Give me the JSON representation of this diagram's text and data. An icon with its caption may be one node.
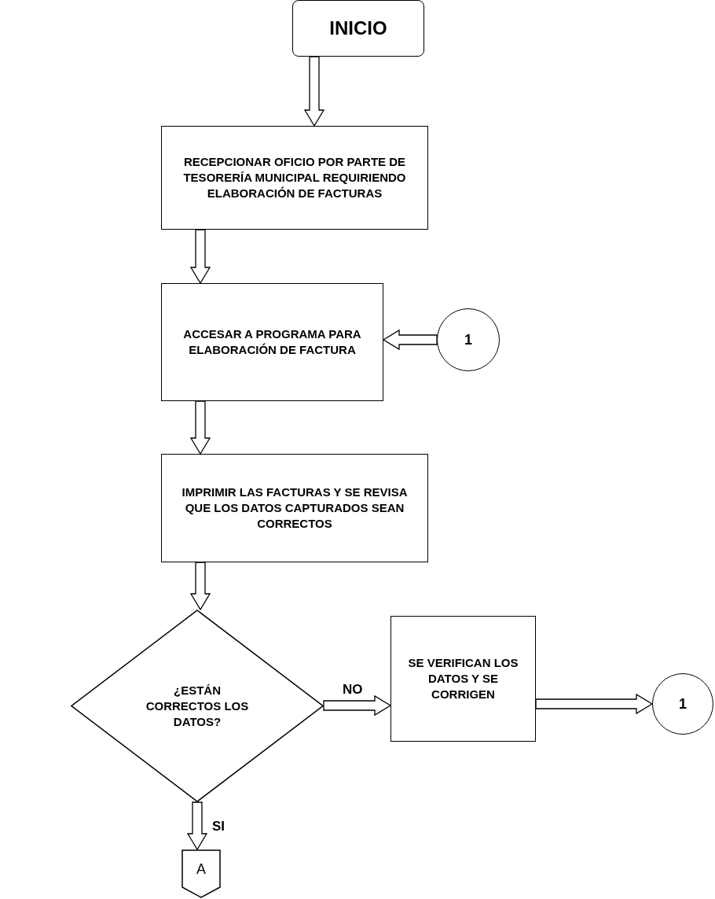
{
  "diagram": {
    "nodes": [
      {
        "text": [
          "INICIO"
        ]
      },
      {
        "text": [
          "RECEPCIONAR OFICIO POR PARTE DE TESORERÍA MUNICIPAL REQUIRIENDO ELABORACIÓN DE FACTURAS"
        ]
      },
      {
        "text": [
          "ACCESAR A PROGRAMA PARA ELABORACIÓN DE FACTURA"
        ]
      },
      {
        "text": [
          "1"
        ]
      },
      {
        "text": [
          "IMPRIMIR LAS FACTURAS Y SE REVISA QUE LOS DATOS CAPTURADOS SEAN CORRECTOS"
        ]
      },
      {
        "text": [
          "¿ESTÁN CORRECTOS LOS DATOS?"
        ]
      },
      {
        "text": [
          "SE VERIFICAN LOS DATOS Y SE CORRIGEN"
        ]
      },
      {
        "text": [
          "1"
        ]
      },
      {
        "text": [
          "A"
        ]
      }
    ],
    "edges": [
      {
        "from": 0,
        "to": 1,
        "arrow": "to"
      },
      {
        "from": 1,
        "to": 2,
        "arrow": "to"
      },
      {
        "from": 3,
        "to": 2,
        "arrow": "to"
      },
      {
        "from": 2,
        "to": 4,
        "arrow": "to"
      },
      {
        "from": 4,
        "to": 5,
        "arrow": "to"
      },
      {
        "from": 5,
        "to": 6,
        "label": "NO",
        "arrow": "to"
      },
      {
        "from": 6,
        "to": 7,
        "arrow": "to"
      },
      {
        "from": 5,
        "to": 8,
        "label": "SI",
        "arrow": "to"
      }
    ]
  }
}
